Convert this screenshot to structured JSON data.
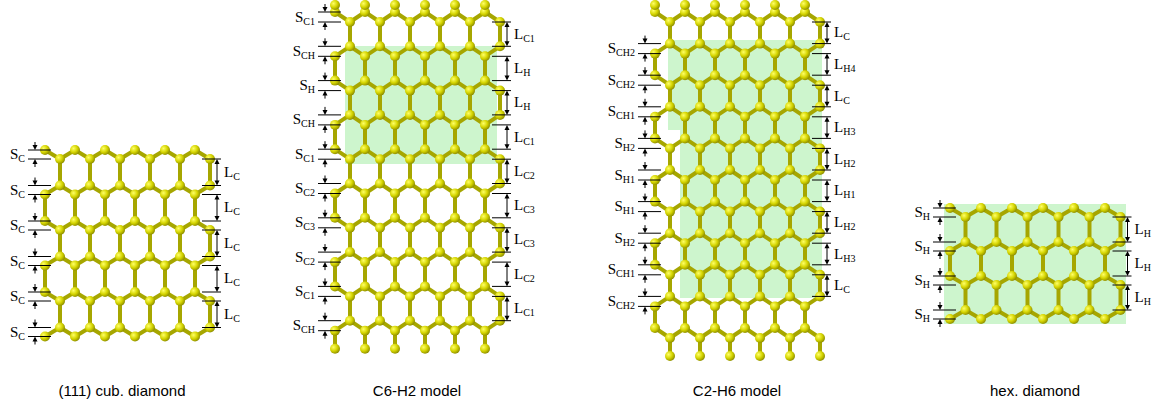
{
  "diagram": {
    "labels": [
      "SC",
      "SC",
      "SC",
      "SC",
      "SC",
      "SC",
      "LC",
      "LC",
      "LC",
      "LC",
      "LC",
      "(111) cub. diamond",
      "SC1",
      "SCH",
      "SH",
      "SCH",
      "SC1",
      "SC2",
      "SC3",
      "SC2",
      "SC1",
      "SCH",
      "LC1",
      "LH",
      "LH",
      "LC1",
      "LC2",
      "LC3",
      "LC3",
      "LC2",
      "LC1",
      "C6-H2 model",
      "SCH2",
      "SCH2",
      "SCH1",
      "SH2",
      "SH1",
      "SH1",
      "SH2",
      "SCH1",
      "SCH2",
      "LC",
      "LH4",
      "LC",
      "LH3",
      "LH2",
      "LH1",
      "LH2",
      "LH3",
      "LC",
      "C2-H6 model",
      "SH",
      "SH",
      "SH",
      "SH",
      "LH",
      "LH",
      "LH",
      "hex. diamond"
    ]
  }
}
